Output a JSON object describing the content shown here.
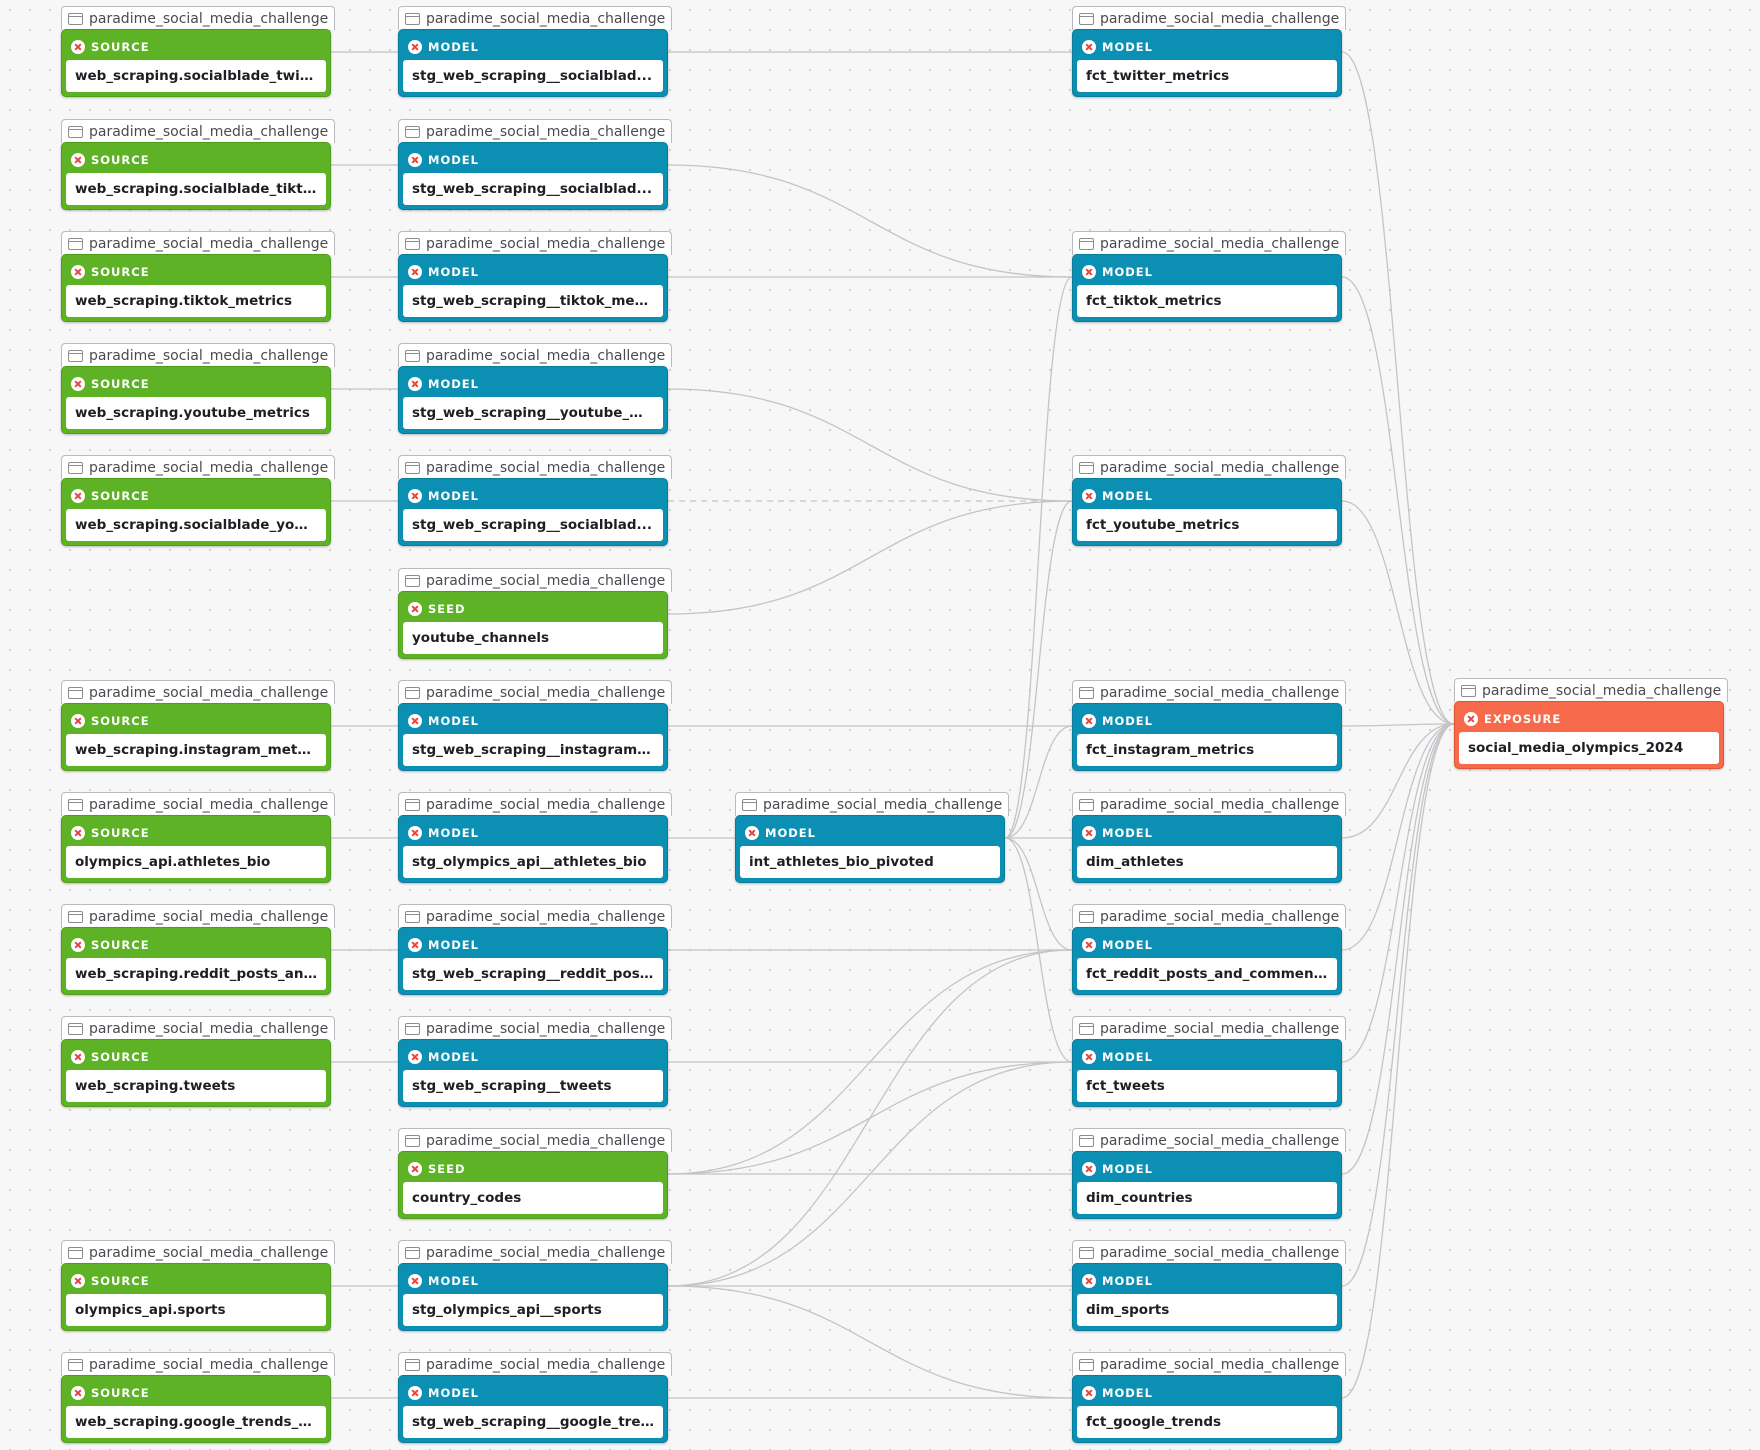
{
  "colors": {
    "source": "#5db325",
    "seed": "#5db325",
    "model": "#0b8fb3",
    "exposure": "#f66a4b",
    "edge": "#c4c4c8",
    "status_error": "#e8453c"
  },
  "nodes": [
    {
      "id": "src_twitter",
      "type": "source",
      "type_label": "SOURCE",
      "package": "paradime_social_media_challenge",
      "name": "web_scraping.socialblade_twit..."
    },
    {
      "id": "src_sb_tiktok",
      "type": "source",
      "type_label": "SOURCE",
      "package": "paradime_social_media_challenge",
      "name": "web_scraping.socialblade_tikt..."
    },
    {
      "id": "src_tiktok",
      "type": "source",
      "type_label": "SOURCE",
      "package": "paradime_social_media_challenge",
      "name": "web_scraping.tiktok_metrics"
    },
    {
      "id": "src_youtube",
      "type": "source",
      "type_label": "SOURCE",
      "package": "paradime_social_media_challenge",
      "name": "web_scraping.youtube_metrics"
    },
    {
      "id": "src_sb_youtube",
      "type": "source",
      "type_label": "SOURCE",
      "package": "paradime_social_media_challenge",
      "name": "web_scraping.socialblade_you..."
    },
    {
      "id": "src_instagram",
      "type": "source",
      "type_label": "SOURCE",
      "package": "paradime_social_media_challenge",
      "name": "web_scraping.instagram_metri..."
    },
    {
      "id": "src_athletes",
      "type": "source",
      "type_label": "SOURCE",
      "package": "paradime_social_media_challenge",
      "name": "olympics_api.athletes_bio"
    },
    {
      "id": "src_reddit",
      "type": "source",
      "type_label": "SOURCE",
      "package": "paradime_social_media_challenge",
      "name": "web_scraping.reddit_posts_an..."
    },
    {
      "id": "src_tweets",
      "type": "source",
      "type_label": "SOURCE",
      "package": "paradime_social_media_challenge",
      "name": "web_scraping.tweets"
    },
    {
      "id": "src_sports",
      "type": "source",
      "type_label": "SOURCE",
      "package": "paradime_social_media_challenge",
      "name": "olympics_api.sports"
    },
    {
      "id": "src_gtrends",
      "type": "source",
      "type_label": "SOURCE",
      "package": "paradime_social_media_challenge",
      "name": "web_scraping.google_trends_s..."
    },
    {
      "id": "stg_sb_twitter",
      "type": "model",
      "type_label": "MODEL",
      "package": "paradime_social_media_challenge",
      "name": "stg_web_scraping__socialblad..."
    },
    {
      "id": "stg_sb_tiktok",
      "type": "model",
      "type_label": "MODEL",
      "package": "paradime_social_media_challenge",
      "name": "stg_web_scraping__socialblad..."
    },
    {
      "id": "stg_tiktok",
      "type": "model",
      "type_label": "MODEL",
      "package": "paradime_social_media_challenge",
      "name": "stg_web_scraping__tiktok_met..."
    },
    {
      "id": "stg_youtube",
      "type": "model",
      "type_label": "MODEL",
      "package": "paradime_social_media_challenge",
      "name": "stg_web_scraping__youtube_m..."
    },
    {
      "id": "stg_sb_youtube",
      "type": "model",
      "type_label": "MODEL",
      "package": "paradime_social_media_challenge",
      "name": "stg_web_scraping__socialblad..."
    },
    {
      "id": "seed_yt_channels",
      "type": "seed",
      "type_label": "SEED",
      "package": "paradime_social_media_challenge",
      "name": "youtube_channels"
    },
    {
      "id": "stg_instagram",
      "type": "model",
      "type_label": "MODEL",
      "package": "paradime_social_media_challenge",
      "name": "stg_web_scraping__instagram_..."
    },
    {
      "id": "stg_athletes",
      "type": "model",
      "type_label": "MODEL",
      "package": "paradime_social_media_challenge",
      "name": "stg_olympics_api__athletes_bio"
    },
    {
      "id": "stg_reddit",
      "type": "model",
      "type_label": "MODEL",
      "package": "paradime_social_media_challenge",
      "name": "stg_web_scraping__reddit_pos..."
    },
    {
      "id": "stg_tweets",
      "type": "model",
      "type_label": "MODEL",
      "package": "paradime_social_media_challenge",
      "name": "stg_web_scraping__tweets"
    },
    {
      "id": "seed_country",
      "type": "seed",
      "type_label": "SEED",
      "package": "paradime_social_media_challenge",
      "name": "country_codes"
    },
    {
      "id": "stg_sports",
      "type": "model",
      "type_label": "MODEL",
      "package": "paradime_social_media_challenge",
      "name": "stg_olympics_api__sports"
    },
    {
      "id": "stg_gtrends",
      "type": "model",
      "type_label": "MODEL",
      "package": "paradime_social_media_challenge",
      "name": "stg_web_scraping__google_tre..."
    },
    {
      "id": "int_athletes",
      "type": "model",
      "type_label": "MODEL",
      "package": "paradime_social_media_challenge",
      "name": "int_athletes_bio_pivoted"
    },
    {
      "id": "fct_twitter",
      "type": "model",
      "type_label": "MODEL",
      "package": "paradime_social_media_challenge",
      "name": "fct_twitter_metrics"
    },
    {
      "id": "fct_tiktok",
      "type": "model",
      "type_label": "MODEL",
      "package": "paradime_social_media_challenge",
      "name": "fct_tiktok_metrics"
    },
    {
      "id": "fct_youtube",
      "type": "model",
      "type_label": "MODEL",
      "package": "paradime_social_media_challenge",
      "name": "fct_youtube_metrics"
    },
    {
      "id": "fct_instagram",
      "type": "model",
      "type_label": "MODEL",
      "package": "paradime_social_media_challenge",
      "name": "fct_instagram_metrics"
    },
    {
      "id": "dim_athletes",
      "type": "model",
      "type_label": "MODEL",
      "package": "paradime_social_media_challenge",
      "name": "dim_athletes"
    },
    {
      "id": "fct_reddit",
      "type": "model",
      "type_label": "MODEL",
      "package": "paradime_social_media_challenge",
      "name": "fct_reddit_posts_and_comments"
    },
    {
      "id": "fct_tweets",
      "type": "model",
      "type_label": "MODEL",
      "package": "paradime_social_media_challenge",
      "name": "fct_tweets"
    },
    {
      "id": "dim_countries",
      "type": "model",
      "type_label": "MODEL",
      "package": "paradime_social_media_challenge",
      "name": "dim_countries"
    },
    {
      "id": "dim_sports",
      "type": "model",
      "type_label": "MODEL",
      "package": "paradime_social_media_challenge",
      "name": "dim_sports"
    },
    {
      "id": "fct_gtrends",
      "type": "model",
      "type_label": "MODEL",
      "package": "paradime_social_media_challenge",
      "name": "fct_google_trends"
    },
    {
      "id": "exp_olympics",
      "type": "exposure",
      "type_label": "EXPOSURE",
      "package": "paradime_social_media_challenge",
      "name": "social_media_olympics_2024"
    }
  ],
  "edges": [
    {
      "from": "src_twitter",
      "to": "stg_sb_twitter"
    },
    {
      "from": "src_sb_tiktok",
      "to": "stg_sb_tiktok"
    },
    {
      "from": "src_tiktok",
      "to": "stg_tiktok"
    },
    {
      "from": "src_youtube",
      "to": "stg_youtube"
    },
    {
      "from": "src_sb_youtube",
      "to": "stg_sb_youtube"
    },
    {
      "from": "src_instagram",
      "to": "stg_instagram"
    },
    {
      "from": "src_athletes",
      "to": "stg_athletes"
    },
    {
      "from": "src_reddit",
      "to": "stg_reddit"
    },
    {
      "from": "src_tweets",
      "to": "stg_tweets"
    },
    {
      "from": "src_sports",
      "to": "stg_sports"
    },
    {
      "from": "src_gtrends",
      "to": "stg_gtrends"
    },
    {
      "from": "stg_sb_twitter",
      "to": "fct_twitter"
    },
    {
      "from": "stg_sb_tiktok",
      "to": "fct_tiktok"
    },
    {
      "from": "stg_tiktok",
      "to": "fct_tiktok"
    },
    {
      "from": "stg_youtube",
      "to": "fct_youtube"
    },
    {
      "from": "stg_sb_youtube",
      "to": "fct_youtube",
      "dashed": true
    },
    {
      "from": "seed_yt_channels",
      "to": "fct_youtube"
    },
    {
      "from": "stg_instagram",
      "to": "fct_instagram"
    },
    {
      "from": "stg_athletes",
      "to": "int_athletes"
    },
    {
      "from": "stg_reddit",
      "to": "fct_reddit"
    },
    {
      "from": "stg_tweets",
      "to": "fct_tweets"
    },
    {
      "from": "seed_country",
      "to": "dim_countries"
    },
    {
      "from": "seed_country",
      "to": "fct_reddit"
    },
    {
      "from": "seed_country",
      "to": "fct_tweets"
    },
    {
      "from": "stg_sports",
      "to": "dim_sports"
    },
    {
      "from": "stg_sports",
      "to": "fct_reddit"
    },
    {
      "from": "stg_sports",
      "to": "fct_tweets"
    },
    {
      "from": "stg_sports",
      "to": "fct_gtrends"
    },
    {
      "from": "stg_gtrends",
      "to": "fct_gtrends"
    },
    {
      "from": "int_athletes",
      "to": "dim_athletes"
    },
    {
      "from": "int_athletes",
      "to": "fct_tiktok"
    },
    {
      "from": "int_athletes",
      "to": "fct_youtube"
    },
    {
      "from": "int_athletes",
      "to": "fct_instagram"
    },
    {
      "from": "int_athletes",
      "to": "fct_reddit"
    },
    {
      "from": "int_athletes",
      "to": "fct_tweets"
    },
    {
      "from": "fct_twitter",
      "to": "exp_olympics"
    },
    {
      "from": "fct_tiktok",
      "to": "exp_olympics"
    },
    {
      "from": "fct_youtube",
      "to": "exp_olympics"
    },
    {
      "from": "fct_instagram",
      "to": "exp_olympics"
    },
    {
      "from": "dim_athletes",
      "to": "exp_olympics"
    },
    {
      "from": "fct_reddit",
      "to": "exp_olympics"
    },
    {
      "from": "fct_tweets",
      "to": "exp_olympics"
    },
    {
      "from": "dim_countries",
      "to": "exp_olympics"
    },
    {
      "from": "dim_sports",
      "to": "exp_olympics"
    },
    {
      "from": "fct_gtrends",
      "to": "exp_olympics"
    }
  ]
}
